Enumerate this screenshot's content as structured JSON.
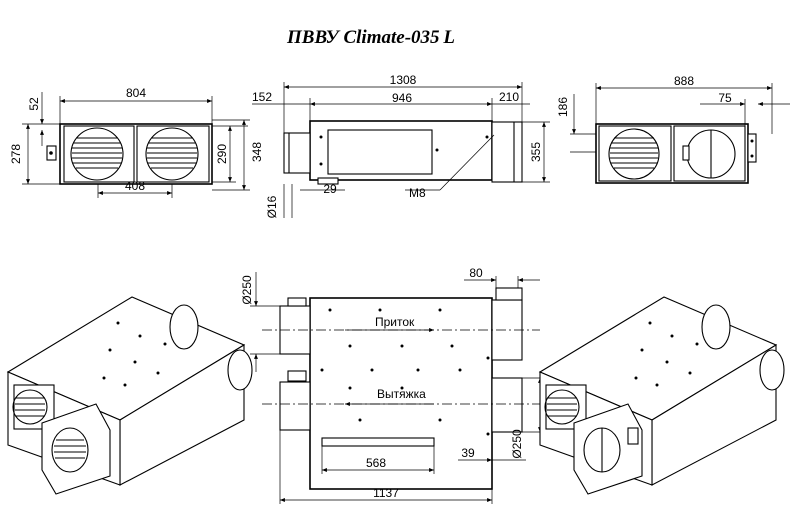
{
  "title": "ПВВУ Climate-035 L",
  "front_view": {
    "width": "804",
    "top_offset": "52",
    "height_left": "278",
    "height_grille": "290",
    "height_total": "348",
    "spacing": "408"
  },
  "side_view": {
    "length": "1308",
    "left_stub": "152",
    "body": "946",
    "right_stub": "210",
    "height": "355",
    "hole": "Ø16",
    "offset": "29",
    "bolt": "M8"
  },
  "rear_view": {
    "width": "888",
    "top_offset": "186",
    "stub": "75"
  },
  "top_view": {
    "diameter_left": "Ø250",
    "stub_len": "80",
    "supply_label": "Приток",
    "exhaust_label": "Вытяжка",
    "diameter_right": "Ø250",
    "offset": "39",
    "bracket": "568",
    "total": "1137"
  },
  "icons": [
    "arrow-right-icon",
    "arrow-left-icon"
  ]
}
